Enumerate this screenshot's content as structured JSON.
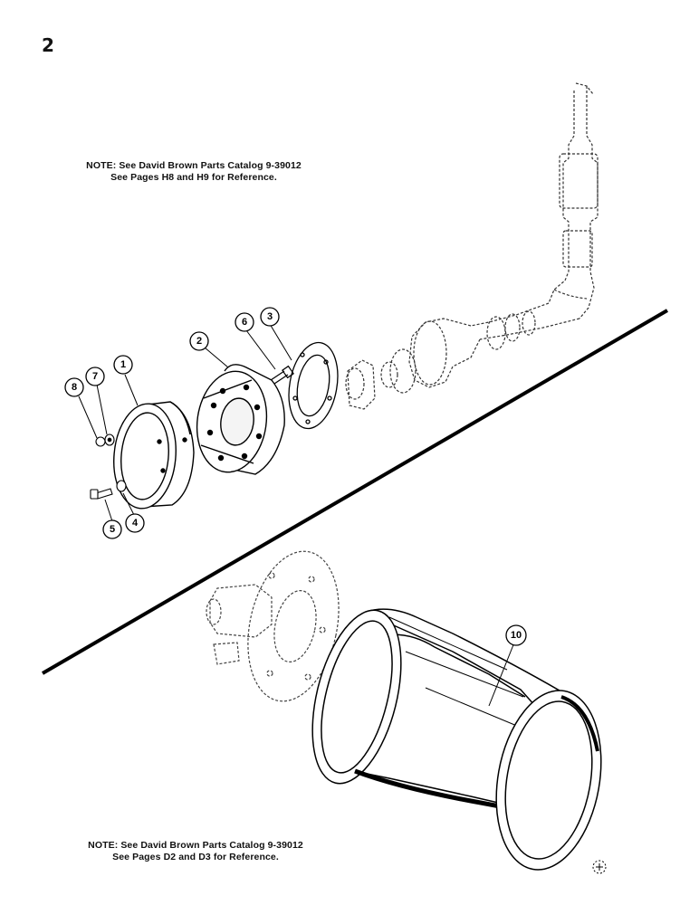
{
  "page": {
    "number": "2"
  },
  "notes": {
    "top": {
      "line1": "NOTE: See David Brown Parts Catalog 9-39012",
      "line2": "See Pages H8 and H9 for Reference."
    },
    "bottom": {
      "line1": "NOTE: See David Brown Parts Catalog 9-39012",
      "line2": "See Pages D2 and D3 for Reference."
    }
  },
  "callouts": {
    "c1": "1",
    "c2": "2",
    "c3": "3",
    "c4": "4",
    "c5": "5",
    "c6": "6",
    "c7": "7",
    "c8": "8",
    "c10": "10"
  }
}
